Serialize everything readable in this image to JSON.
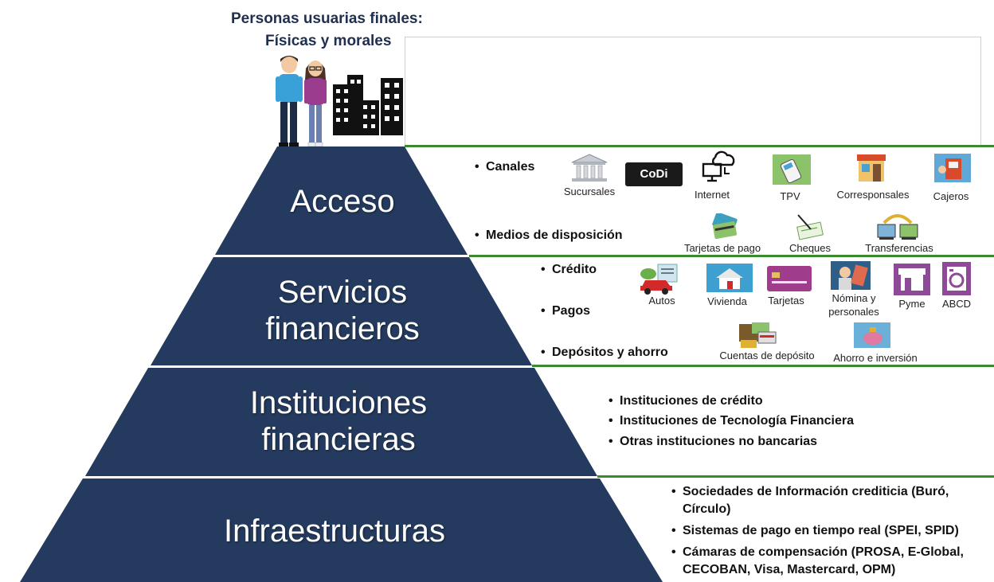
{
  "header": {
    "line1": "Personas usuarias finales:",
    "line2": "Físicas y morales"
  },
  "pyramid": {
    "levels": [
      {
        "label_lines": [
          "Acceso"
        ]
      },
      {
        "label_lines": [
          "Servicios",
          "financieros"
        ]
      },
      {
        "label_lines": [
          "Instituciones",
          "financieras"
        ]
      },
      {
        "label_lines": [
          "Infraestructuras"
        ]
      }
    ],
    "fill_color": "#243a5e"
  },
  "acceso": {
    "canales_label": "Canales",
    "medios_label": "Medios de disposición",
    "canales": [
      "Sucursales",
      "CoDi",
      "Internet",
      "TPV",
      "Corresponsales",
      "Cajeros"
    ],
    "medios": [
      "Tarjetas de pago",
      "Cheques",
      "Transferencias"
    ]
  },
  "servicios": {
    "bullets": [
      "Crédito",
      "Pagos",
      "Depósitos y ahorro"
    ],
    "credito_items": [
      "Autos",
      "Vivienda",
      "Tarjetas",
      "Nómina y",
      "personales",
      "Pyme",
      "ABCD"
    ],
    "deposito_items": [
      "Cuentas de depósito",
      "Ahorro e inversión"
    ]
  },
  "instituciones": {
    "bullets": [
      "Instituciones de crédito",
      "Instituciones de Tecnología Financiera",
      "Otras instituciones no bancarias"
    ]
  },
  "infraestructuras": {
    "bullets": [
      "Sociedades de Información crediticia (Buró,",
      "Círculo)",
      "Sistemas de pago en tiempo real (SPEI, SPID)",
      "Cámaras de compensación (PROSA, E-Global,",
      "CECOBAN, Visa, Mastercard, OPM)"
    ]
  },
  "colors": {
    "accent_green": "#3a8a2e",
    "title_navy": "#1f2f4f"
  }
}
